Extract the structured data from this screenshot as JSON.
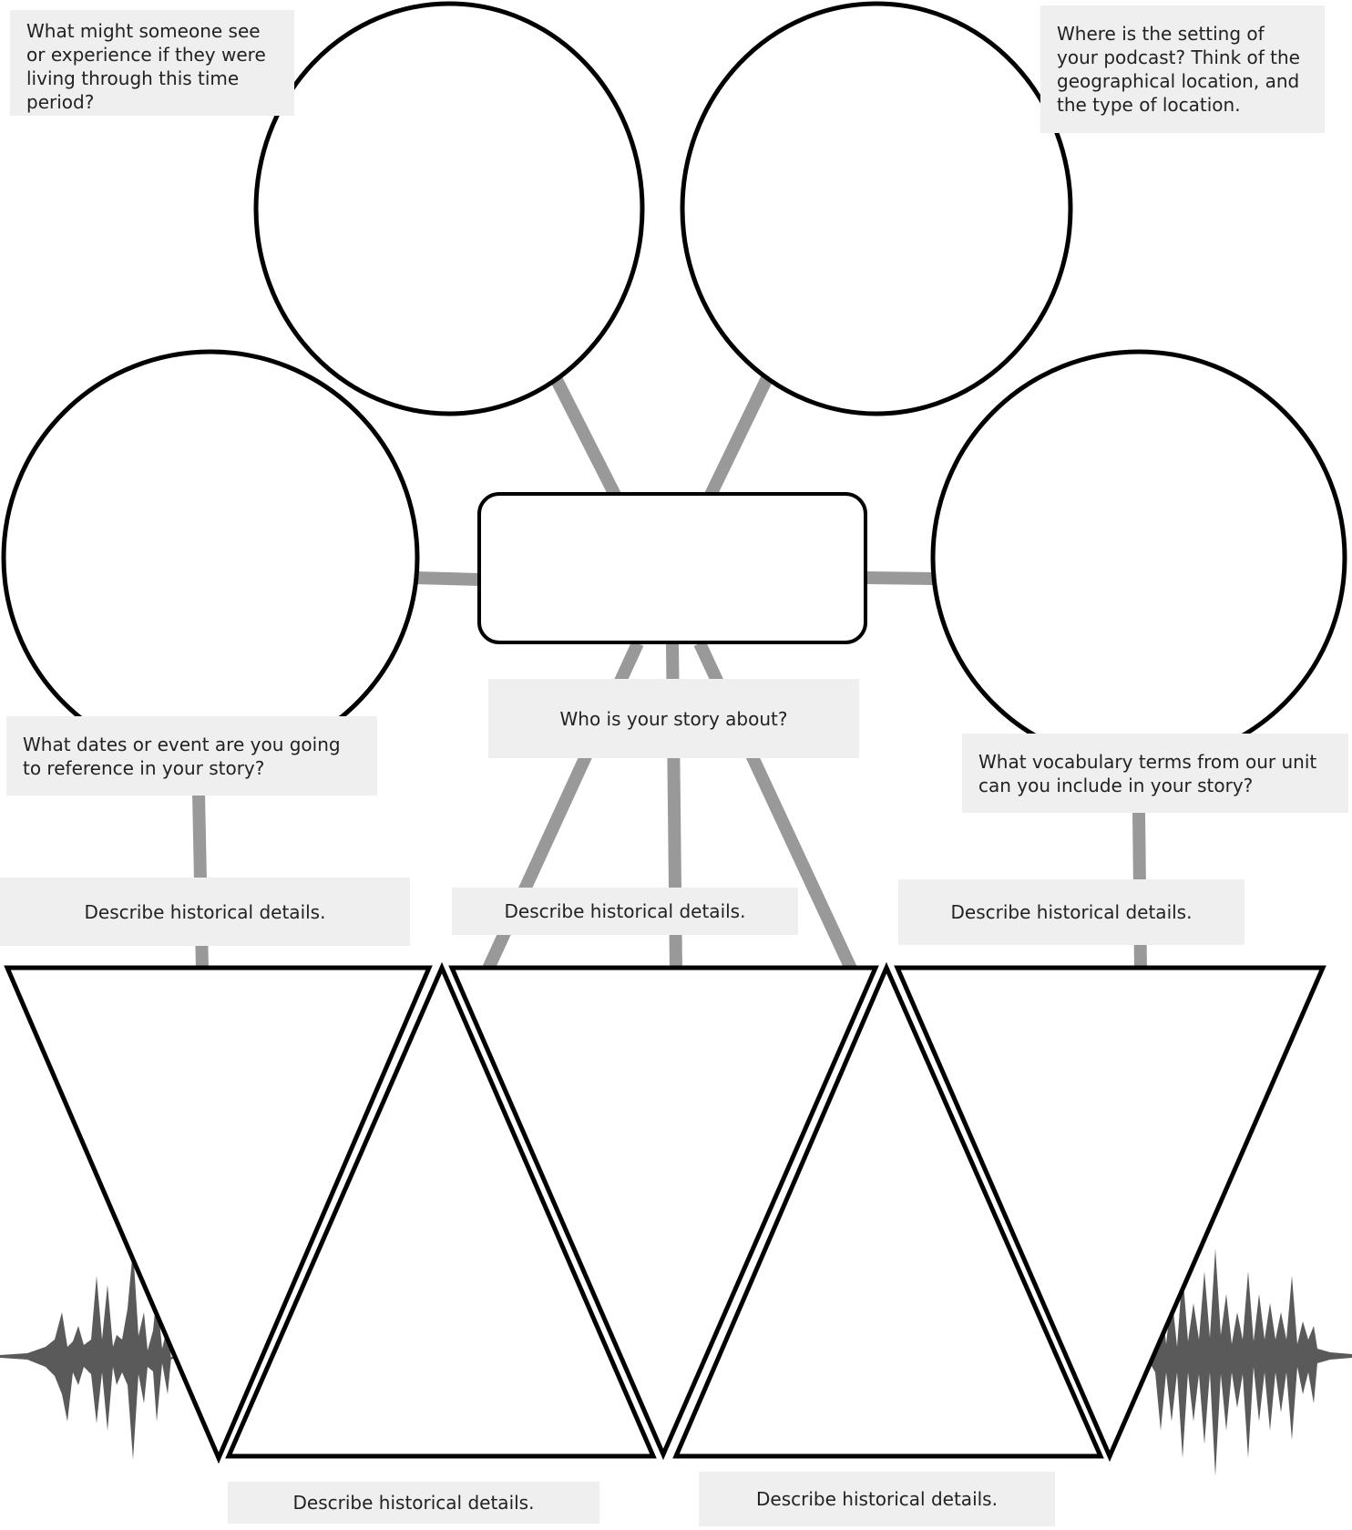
{
  "prompts": {
    "experience": "What might someone see or experience if they were living through this time period?",
    "setting": "Where is the setting of your podcast? Think of the geographical location, and the type of location.",
    "who": "Who is your story about?",
    "dates": "What dates or event are you going to reference in your story?",
    "vocabulary": "What vocabulary terms from our unit can you include in your story?"
  },
  "details": {
    "d1": "Describe historical details.",
    "d2": "Describe historical details.",
    "d3": "Describe historical details.",
    "d4": "Describe historical details.",
    "d5": "Describe historical details."
  },
  "colors": {
    "connector": "#999999",
    "outline": "#000000",
    "label_bg": "#efefef",
    "waveform": "#5a5a5a"
  }
}
